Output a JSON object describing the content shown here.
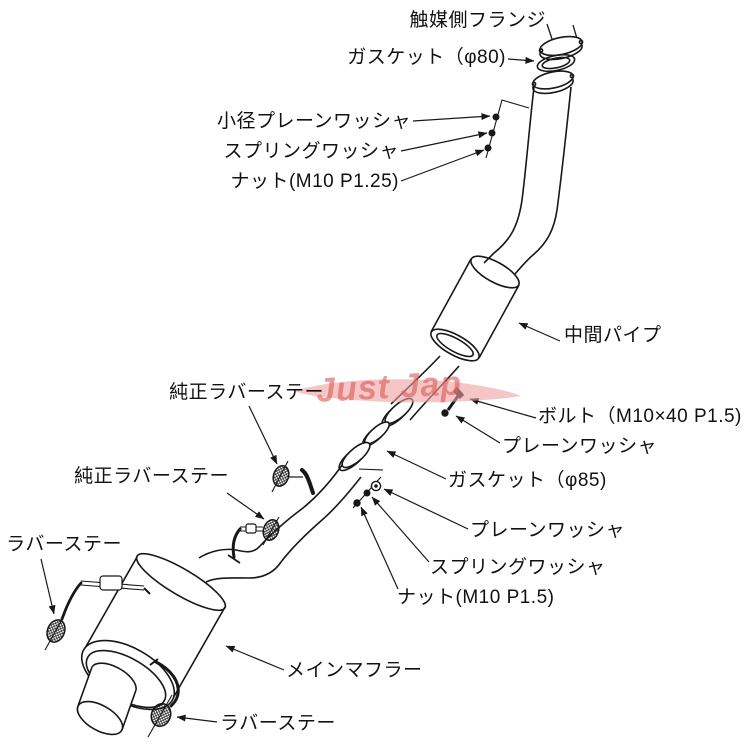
{
  "diagram": {
    "type": "exhaust-system-parts-diagram",
    "labels": {
      "catalyst_flange": "触媒側フランジ",
      "gasket_80": "ガスケット（φ80)",
      "small_plain_washer": "小径プレーンワッシャ",
      "spring_washer_top": "スプリングワッシャ",
      "nut_top": "ナット(M10 P1.25)",
      "middle_pipe": "中間パイプ",
      "oem_rubber_stay_1": "純正ラバーステー",
      "oem_rubber_stay_2": "純正ラバーステー",
      "bolt": "ボルト（M10×40 P1.5)",
      "plain_washer_upper": "プレーンワッシャ",
      "gasket_85": "ガスケット（φ85)",
      "plain_washer_lower": "プレーンワッシャ",
      "spring_washer_bottom": "スプリングワッシャ",
      "nut_bottom": "ナット(M10 P1.5)",
      "rubber_stay_left": "ラバーステー",
      "main_muffler": "メインマフラー",
      "rubber_stay_bottom": "ラバーステー"
    },
    "watermark": {
      "text": "Just Jap"
    },
    "colors": {
      "line": "#181818",
      "watermark_text": "#dd5a5a",
      "watermark_swoosh": "#efa0a0",
      "background": "#ffffff"
    }
  }
}
